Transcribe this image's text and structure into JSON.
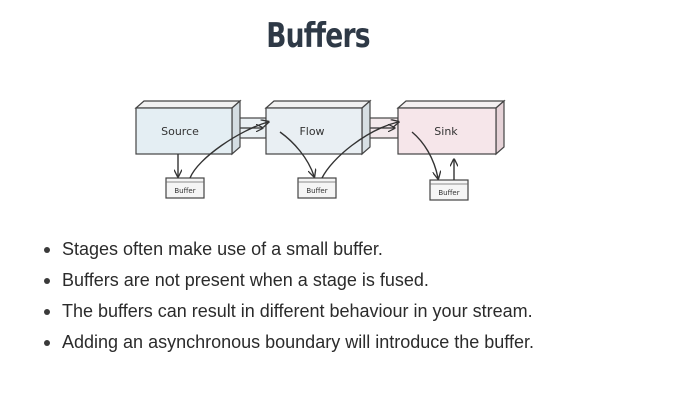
{
  "title": "Buffers",
  "diagram": {
    "nodes": [
      {
        "label": "Source",
        "color": "#e4eef3"
      },
      {
        "label": "Flow",
        "color": "#e9eff3"
      },
      {
        "label": "Sink",
        "color": "#f6e6ea"
      }
    ],
    "buffers": [
      {
        "label": "Buffer"
      },
      {
        "label": "Buffer"
      },
      {
        "label": "Buffer"
      }
    ]
  },
  "bullets": [
    "Stages often make use of a small buffer.",
    "Buffers are not present when a stage is fused.",
    "The buffers can result in different behaviour in your stream.",
    "Adding an asynchronous boundary will introduce the buffer."
  ]
}
